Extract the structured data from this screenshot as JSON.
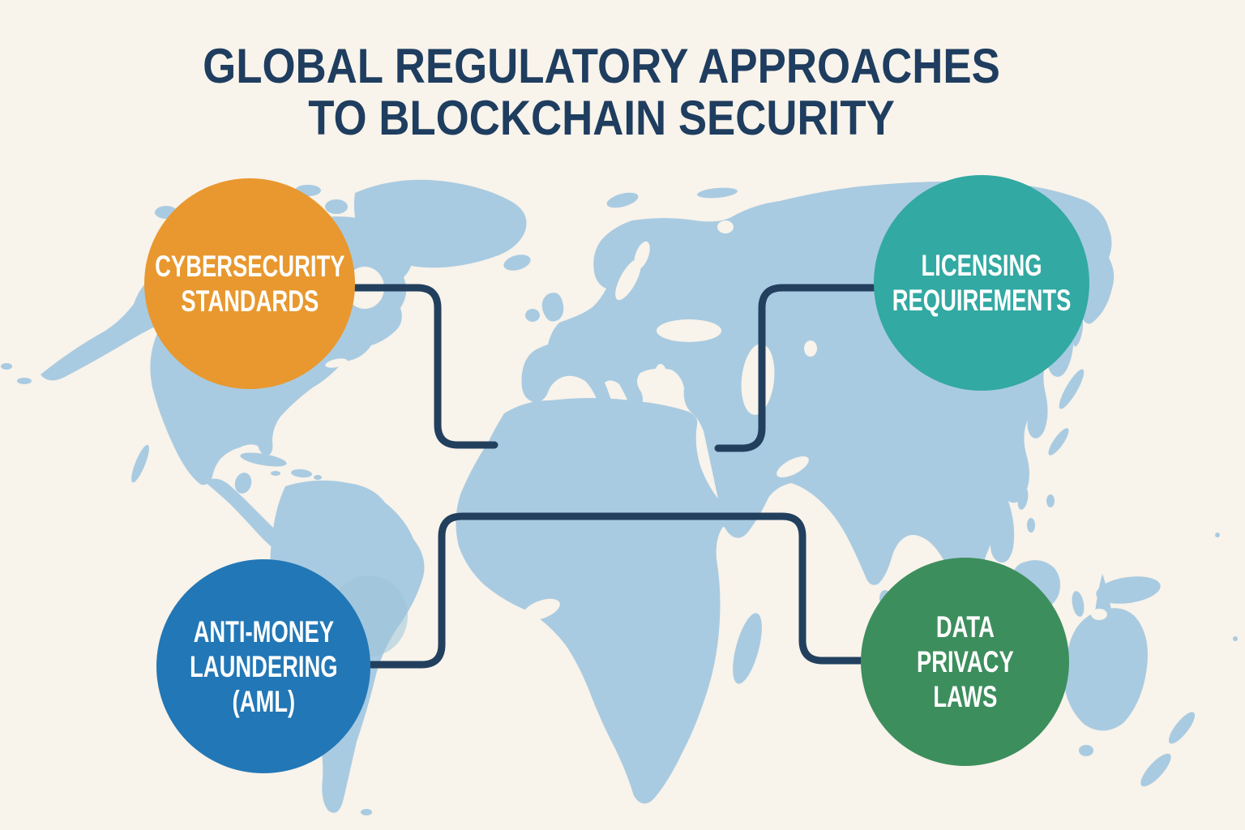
{
  "title": {
    "line1": "GLOBAL REGULATORY APPROACHES",
    "line2": "TO BLOCKCHAIN SECURITY"
  },
  "nodes": [
    {
      "id": "cybersecurity-standards",
      "lines": [
        "CYBERSECURITY",
        "STANDARDS"
      ],
      "color": "#E8982F"
    },
    {
      "id": "licensing-requirements",
      "lines": [
        "LICENSING",
        "REQUIREMENTS"
      ],
      "color": "#32A9A2"
    },
    {
      "id": "anti-money-laundering",
      "lines": [
        "ANTI-MONEY",
        "LAUNDERING",
        "(AML)"
      ],
      "color": "#2277B6"
    },
    {
      "id": "data-privacy-laws",
      "lines": [
        "DATA",
        "PRIVACY",
        "LAWS"
      ],
      "color": "#3D8E5D"
    }
  ],
  "colors": {
    "background": "#F8F3EB",
    "map_land": "#A9CBE1",
    "map_land_dark": "#9CC4DB",
    "connector": "#22405E",
    "title_text": "#1E3D5F",
    "node_text": "#FFFFFF"
  }
}
